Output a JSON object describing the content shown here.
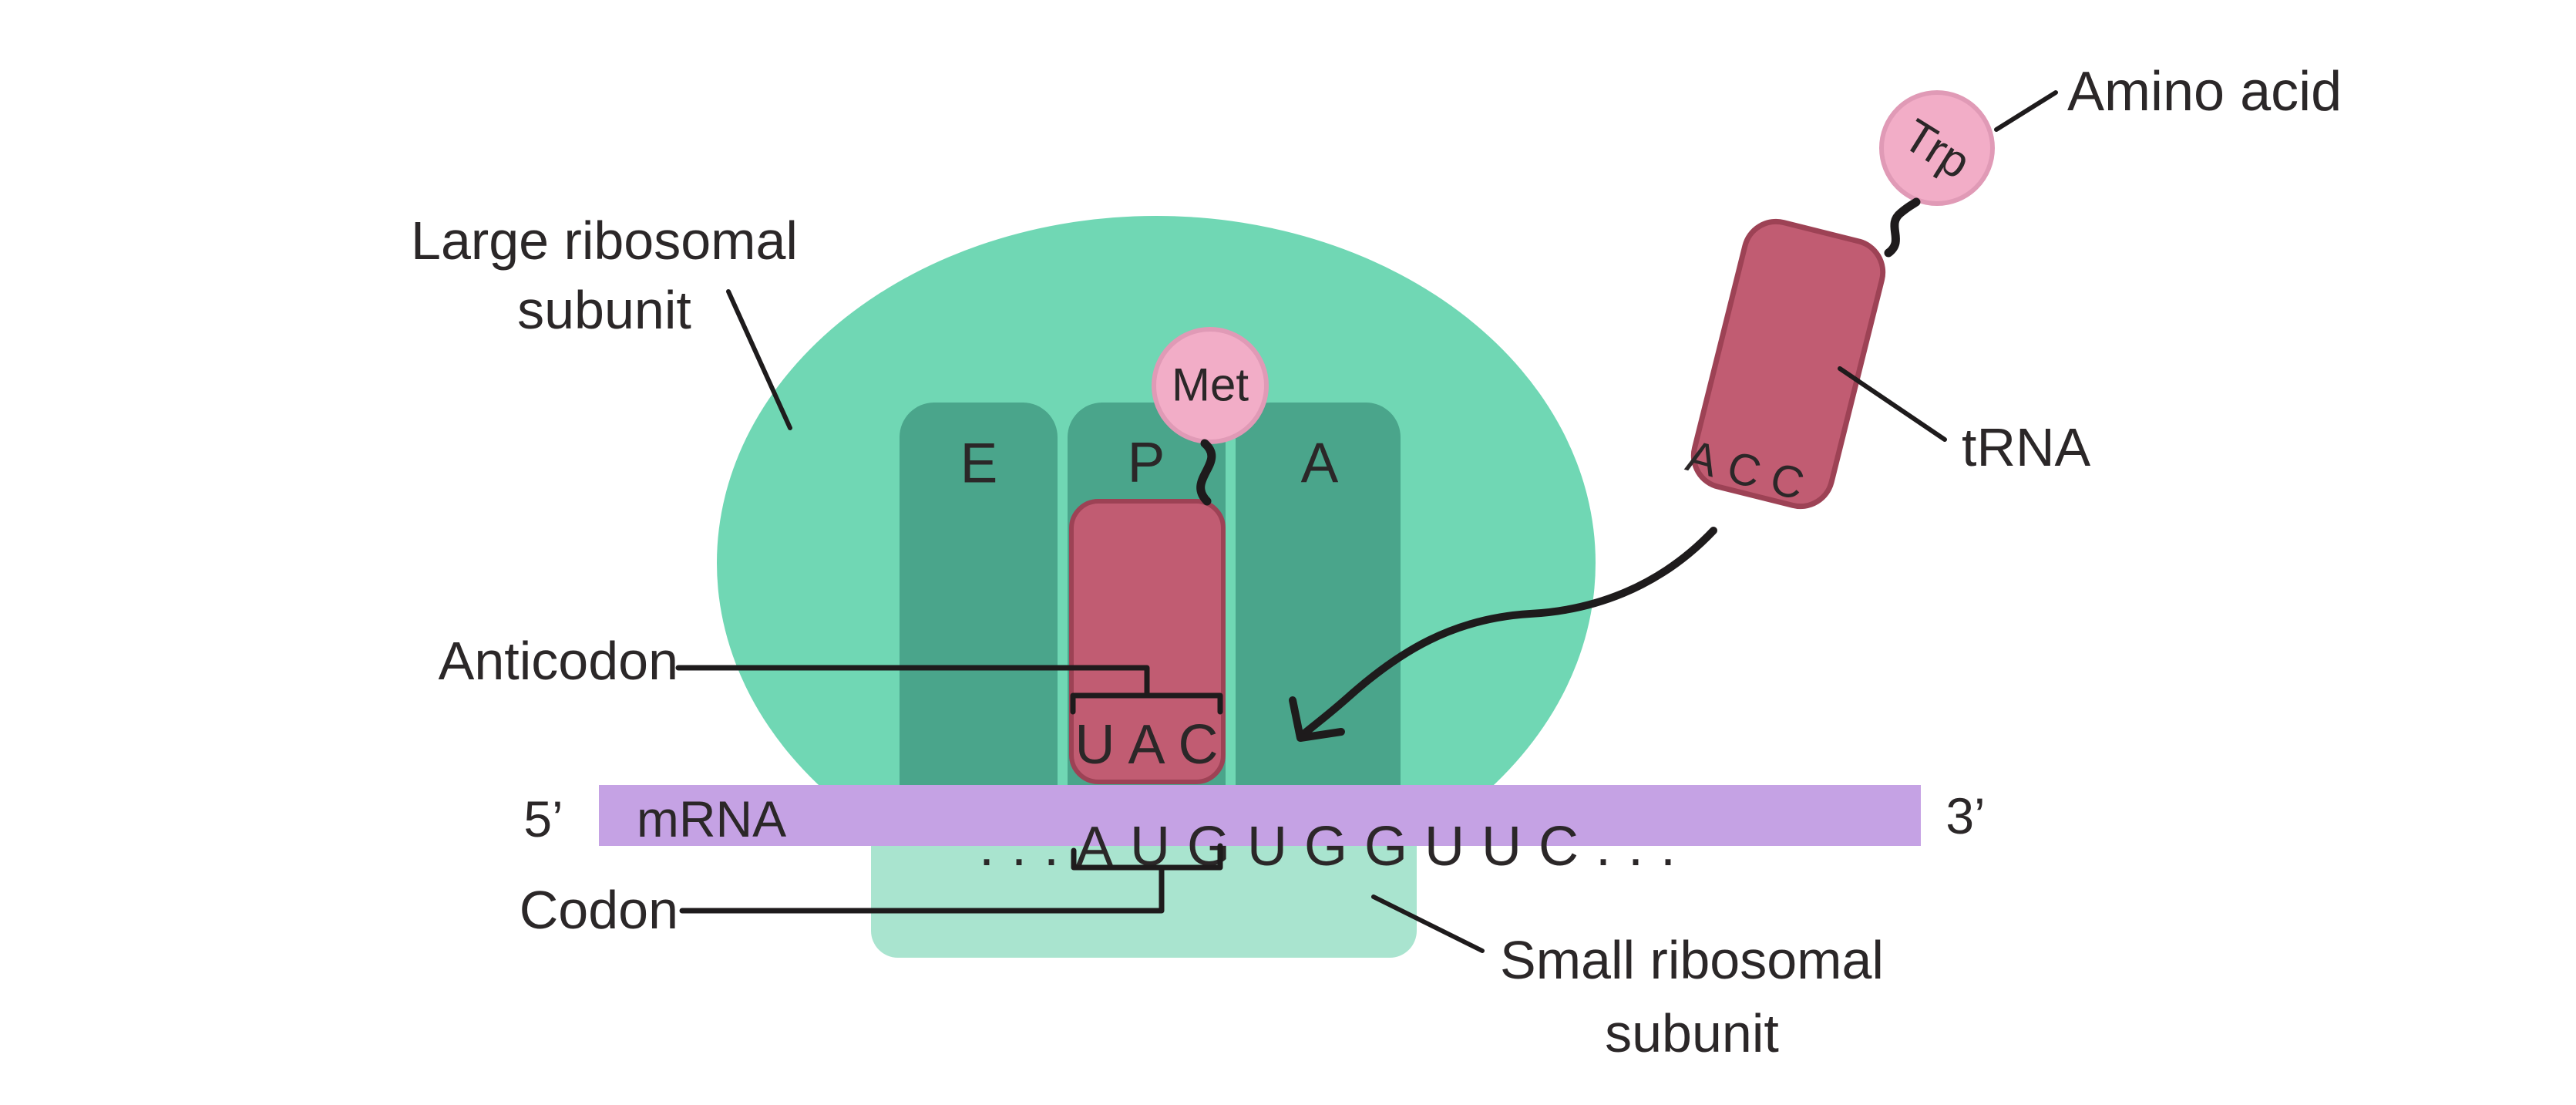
{
  "labels": {
    "large_subunit": [
      "Large ribosomal",
      "subunit"
    ],
    "small_subunit": [
      "Small ribosomal",
      "subunit"
    ],
    "anticodon": "Anticodon",
    "codon": "Codon",
    "mrna": "mRNA",
    "five_prime": "5’",
    "three_prime": "3’",
    "trna": "tRNA",
    "amino_acid": "Amino acid"
  },
  "sites": {
    "e": "E",
    "p": "P",
    "a": "A"
  },
  "sequences": {
    "mrna": "...AUGUGGUUC...",
    "anticodon": "UAC",
    "acceptor": "ACC"
  },
  "amino_acids": {
    "p_site": "Met",
    "incoming": "Trp"
  },
  "colors": {
    "ellipse": "#70d7b4",
    "site": "#4aa58b",
    "smallsub": "#a9e4cf",
    "mrna": "#c5a2e4",
    "trna": "#c15c72",
    "trnaborder": "#9d4255",
    "aacircle": "#f2adc7",
    "aaborder": "#e09ab6",
    "text": "#2b2728",
    "line": "#1e1b1c"
  }
}
